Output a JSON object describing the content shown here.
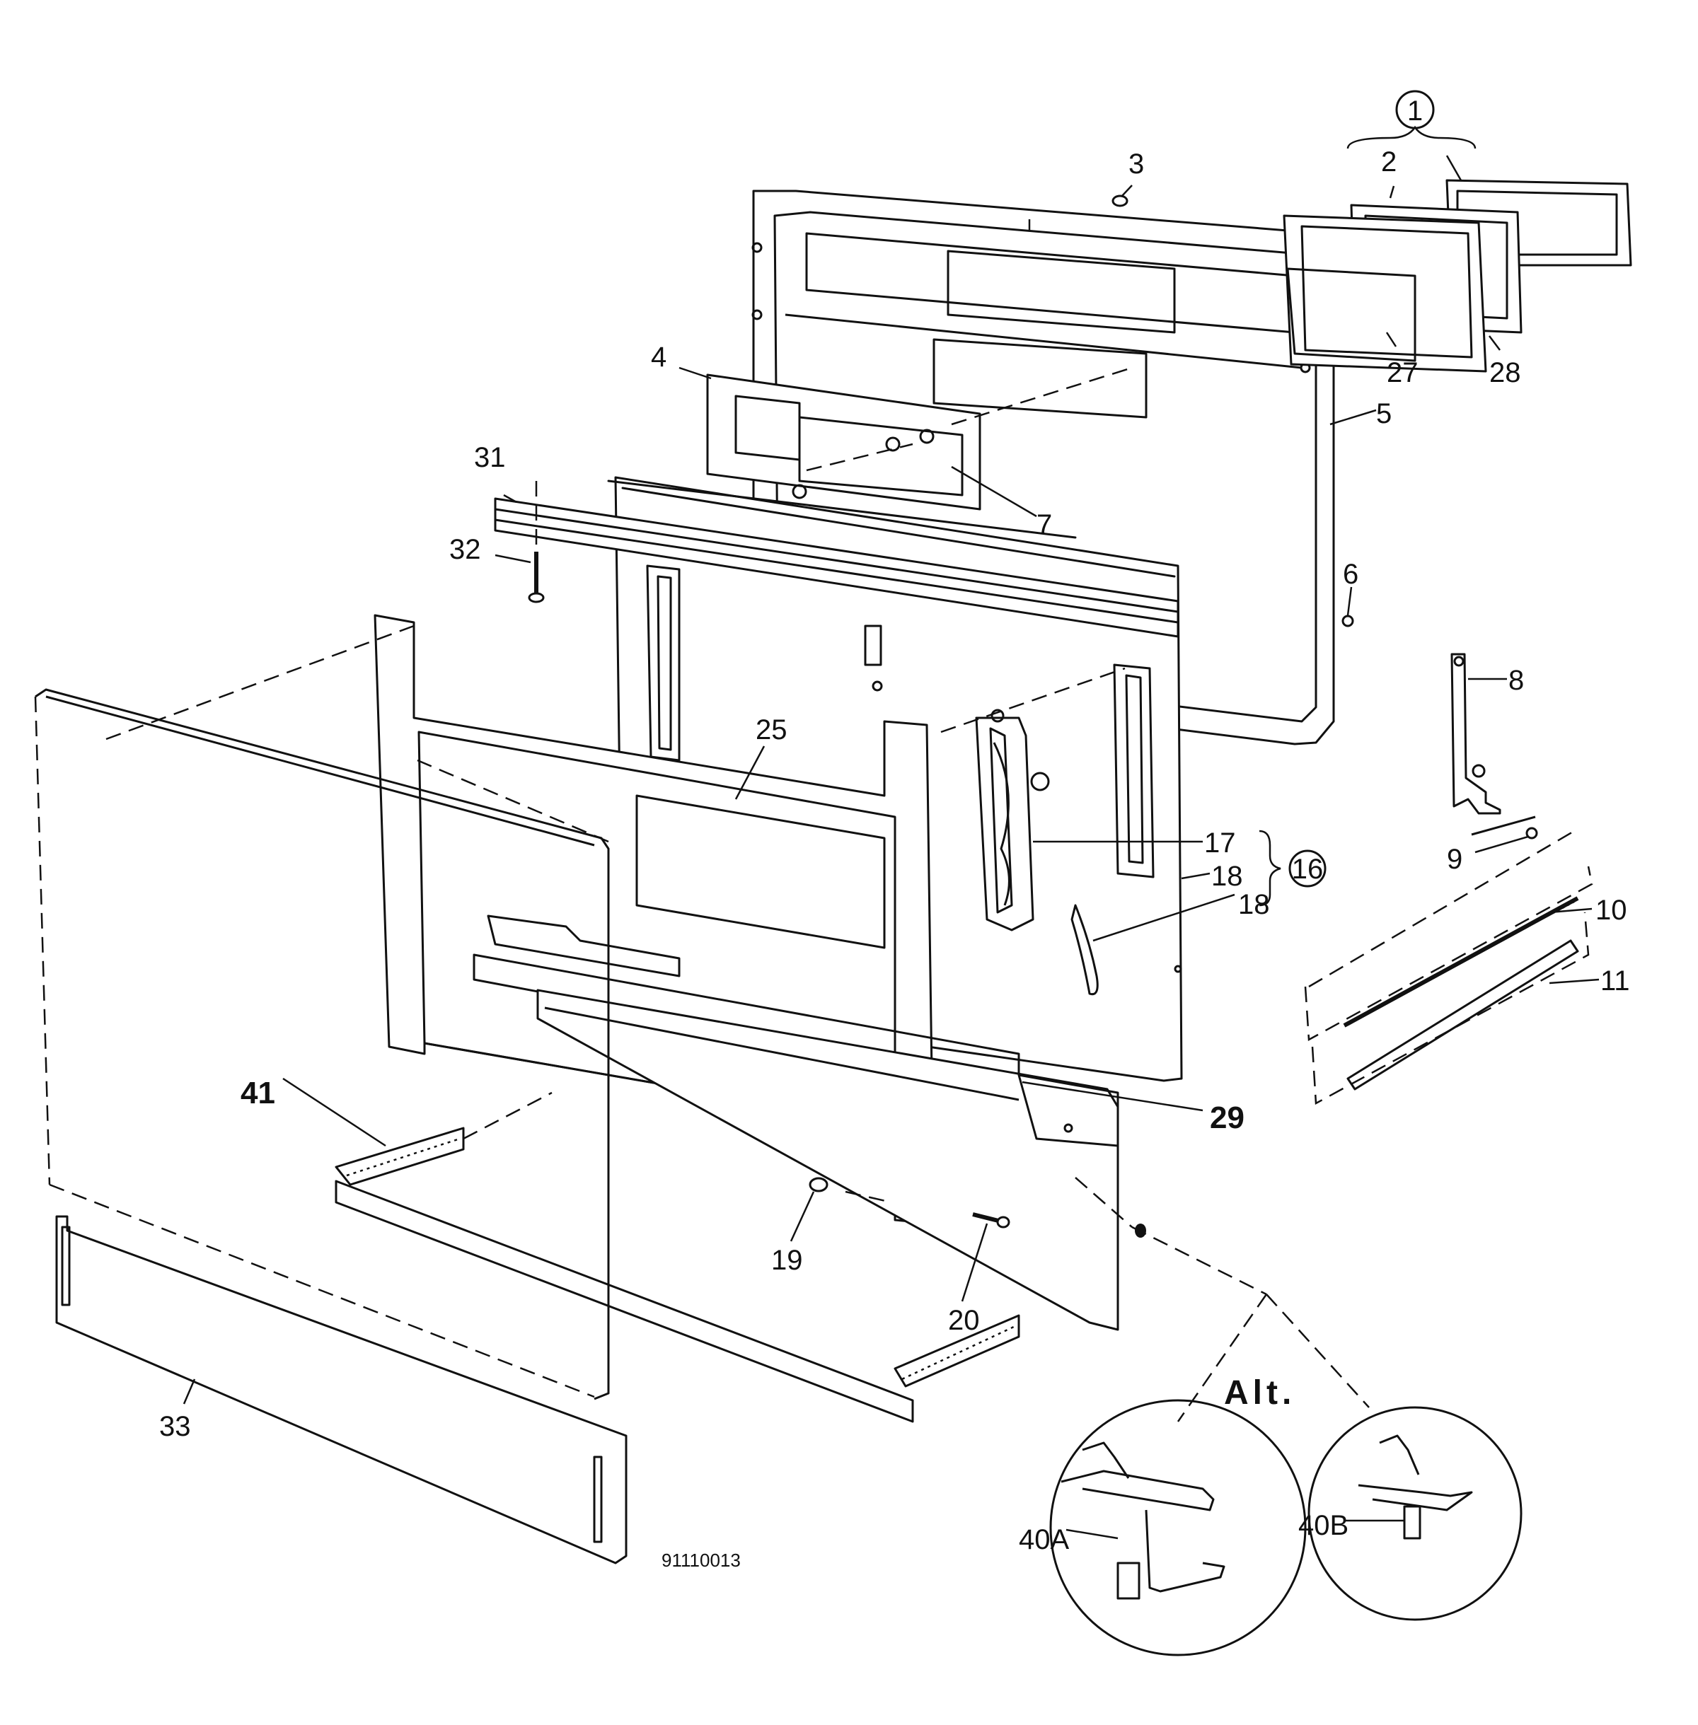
{
  "diagram": {
    "drawing_number": "91110013",
    "alt_label": "Alt.",
    "callouts": {
      "c1": "1",
      "c2": "2",
      "c3": "3",
      "c4": "4",
      "c5": "5",
      "c6": "6",
      "c7": "7",
      "c8": "8",
      "c9": "9",
      "c10": "10",
      "c11": "11",
      "c16": "16",
      "c17": "17",
      "c18a": "18",
      "c18b": "18",
      "c19": "19",
      "c20": "20",
      "c25": "25",
      "c27": "27",
      "c28": "28",
      "c29": "29",
      "c31": "31",
      "c32": "32",
      "c33": "33",
      "c41": "41",
      "c40a": "40A",
      "c40b": "40B"
    }
  }
}
